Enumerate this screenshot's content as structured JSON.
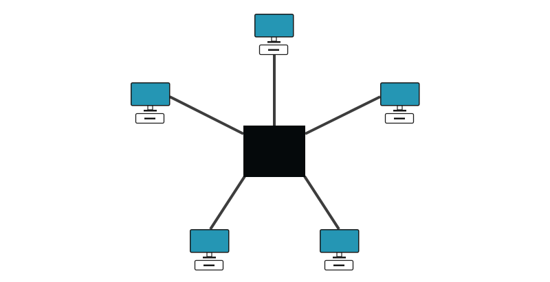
{
  "diagram": {
    "topology": "star",
    "colors": {
      "monitor_fill": "#2596b4",
      "outline": "#1a1a1a",
      "hub_fill": "#05090b",
      "link": "#3d3d3d",
      "background": "#ffffff"
    },
    "hub": {
      "icon": "hub-square"
    },
    "nodes": [
      {
        "id": "top",
        "icon": "computer-icon"
      },
      {
        "id": "left",
        "icon": "computer-icon"
      },
      {
        "id": "right",
        "icon": "computer-icon"
      },
      {
        "id": "bottom-left",
        "icon": "computer-icon"
      },
      {
        "id": "bottom-right",
        "icon": "computer-icon"
      }
    ]
  }
}
